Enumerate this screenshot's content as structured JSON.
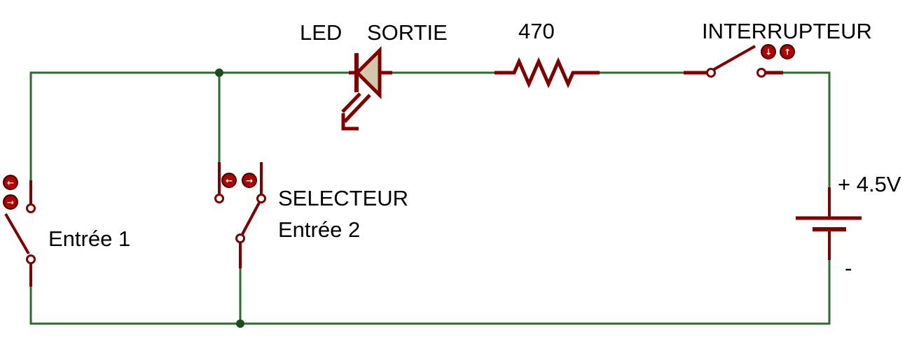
{
  "labels": {
    "led": "LED",
    "sortie": "SORTIE",
    "resistor": "470",
    "interrupteur": "INTERRUPTEUR",
    "battery_plus": "+ 4.5V",
    "battery_minus": "-",
    "selecteur": "SELECTEUR",
    "entree1": "Entrée 1",
    "entree2": "Entrée 2"
  },
  "controls": {
    "left": "←",
    "right": "→",
    "down": "↓",
    "up": "↑"
  },
  "colors": {
    "wire": "#2e6b2e",
    "component": "#800000",
    "node": "#1c4d1c",
    "button_fill": "#b00000",
    "button_ring": "#400000",
    "diode_fill": "#d2c8ad",
    "label": "#000000"
  }
}
